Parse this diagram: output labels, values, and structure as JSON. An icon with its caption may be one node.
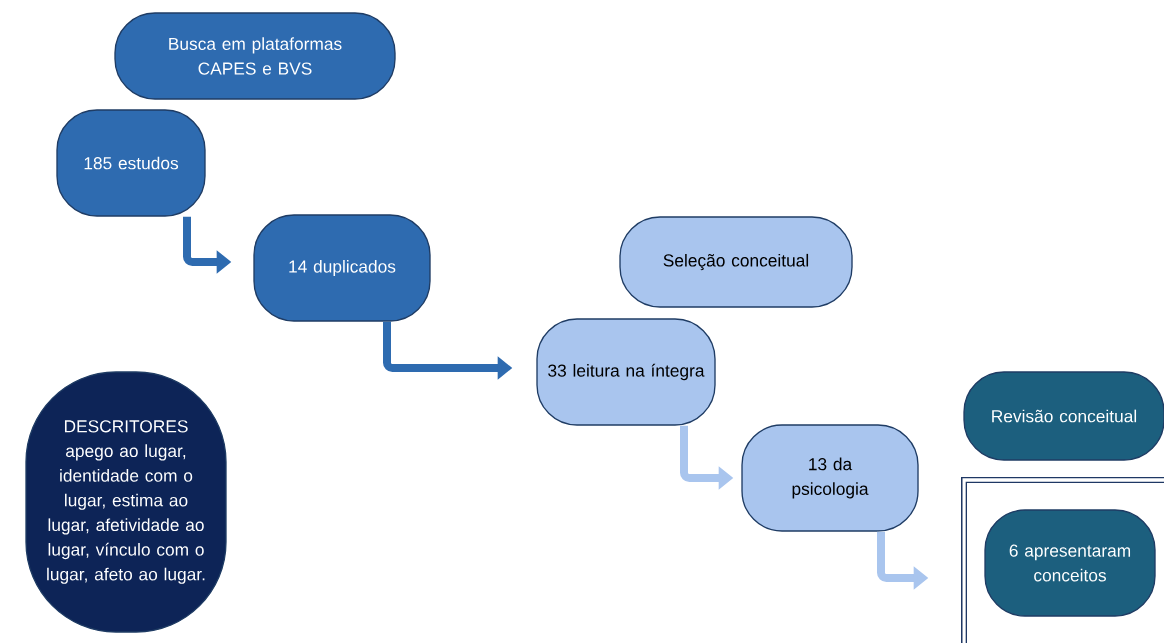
{
  "diagram": {
    "nodes": [
      {
        "text": [
          "Busca em plataformas CAPES e BVS"
        ]
      },
      {
        "text": [
          "185 estudos"
        ]
      },
      {
        "text": [
          "14 duplicados"
        ]
      },
      {
        "text": [
          "Seleção conceitual"
        ]
      },
      {
        "text": [
          "33 leitura na íntegra"
        ]
      },
      {
        "text": [
          "13 da psicologia"
        ]
      },
      {
        "text": [
          "Revisão conceitual"
        ]
      },
      {
        "text": [],
        "shape": "box"
      },
      {
        "text": [
          "6 apresentaram conceitos"
        ],
        "in": 7
      },
      {
        "text": [
          "DESCRITORES",
          "apego ao lugar, identidade com o lugar, estima ao lugar, afetividade ao lugar, vínculo com o lugar, afeto ao lugar."
        ]
      }
    ],
    "edges": [
      {
        "from": 1,
        "to": 2,
        "arrow": "to",
        "color": "#2e6bb0"
      },
      {
        "from": 2,
        "to": 4,
        "arrow": "to",
        "color": "#2e6bb0"
      },
      {
        "from": 4,
        "to": 5,
        "arrow": "to",
        "color": "#a9c5ee"
      },
      {
        "from": 5,
        "to": 7,
        "arrow": "to",
        "color": "#a9c5ee"
      }
    ]
  }
}
